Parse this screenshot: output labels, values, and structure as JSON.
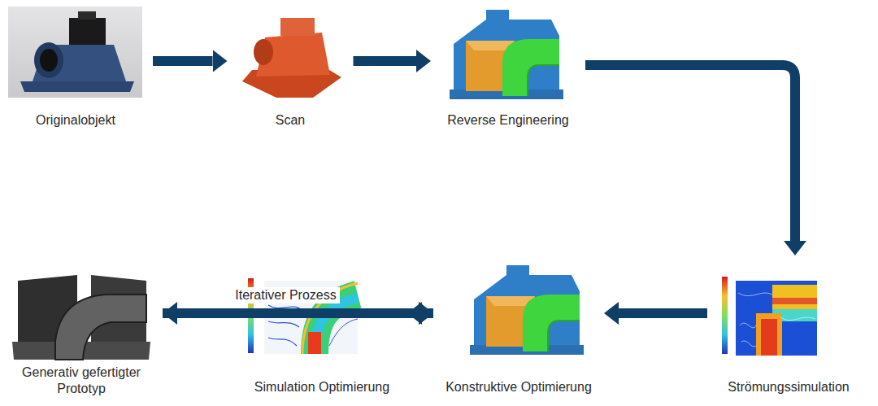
{
  "diagram": {
    "nodes": [
      {
        "text": [
          "Originalobjekt"
        ]
      },
      {
        "text": [
          "Scan"
        ]
      },
      {
        "text": [
          "Reverse Engineering"
        ]
      },
      {
        "text": [
          "Strömungssimulation"
        ]
      },
      {
        "text": [
          "Konstruktive Optimierung"
        ]
      },
      {
        "text": [
          "Simulation Optimierung"
        ]
      },
      {
        "text": [
          "Generativ gefertigter Prototyp"
        ]
      }
    ],
    "edges": [
      {
        "from": 0,
        "to": 1,
        "arrow": "to"
      },
      {
        "from": 1,
        "to": 2,
        "arrow": "to"
      },
      {
        "from": 2,
        "to": 3,
        "arrow": "to"
      },
      {
        "from": 3,
        "to": 4,
        "arrow": "to"
      },
      {
        "from": 4,
        "to": 5,
        "arrow": "to"
      },
      {
        "from": 5,
        "to": 6,
        "arrow": "to"
      },
      {
        "from": 6,
        "to": 4,
        "arrow": "to",
        "label": "Iterativer Prozess"
      },
      {
        "from": 5,
        "to": 4,
        "arrow": "to"
      }
    ]
  }
}
